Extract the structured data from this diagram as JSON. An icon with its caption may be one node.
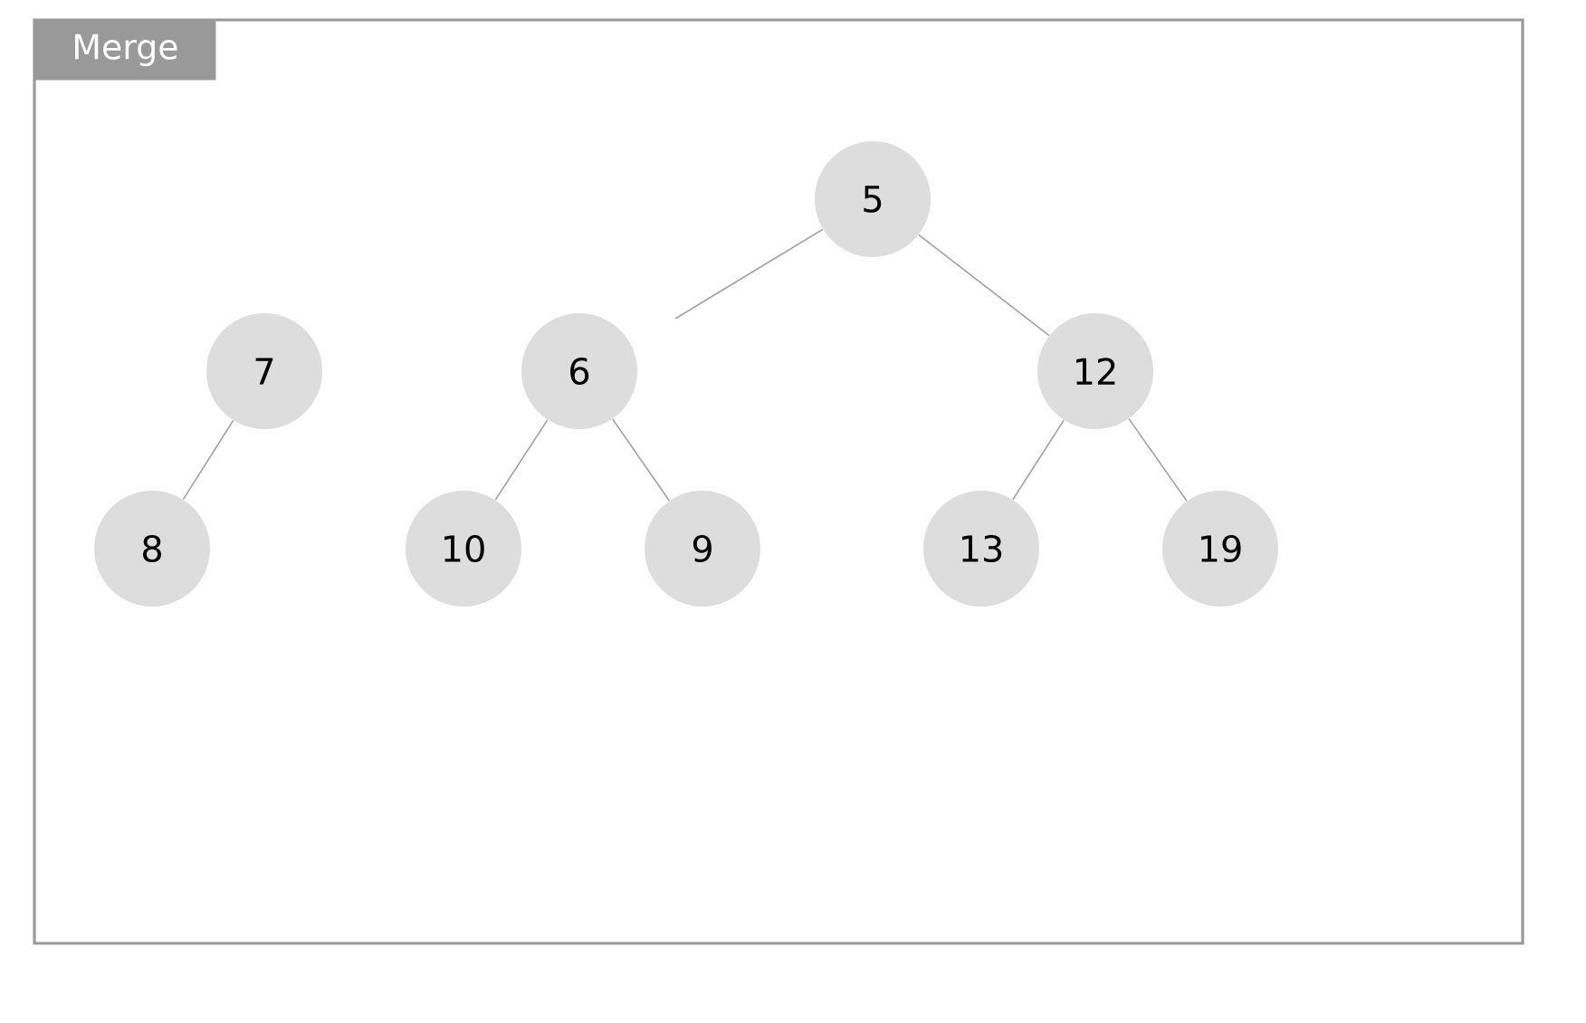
{
  "diagram": {
    "title": "Merge",
    "nodes": [
      {
        "text": [
          "5"
        ]
      },
      {
        "text": [
          "7"
        ]
      },
      {
        "text": [
          "6"
        ]
      },
      {
        "text": [
          "12"
        ]
      },
      {
        "text": [
          "8"
        ]
      },
      {
        "text": [
          "10"
        ]
      },
      {
        "text": [
          "9"
        ]
      },
      {
        "text": [
          "13"
        ]
      },
      {
        "text": [
          "19"
        ]
      }
    ],
    "edges": [
      {
        "from": 0,
        "to": null,
        "arrow": "none"
      },
      {
        "from": 0,
        "to": 3,
        "arrow": "none"
      },
      {
        "from": 1,
        "to": 4,
        "arrow": "none"
      },
      {
        "from": 2,
        "to": 5,
        "arrow": "none"
      },
      {
        "from": 2,
        "to": 6,
        "arrow": "none"
      },
      {
        "from": 3,
        "to": 7,
        "arrow": "none"
      },
      {
        "from": 3,
        "to": 8,
        "arrow": "none"
      }
    ]
  }
}
